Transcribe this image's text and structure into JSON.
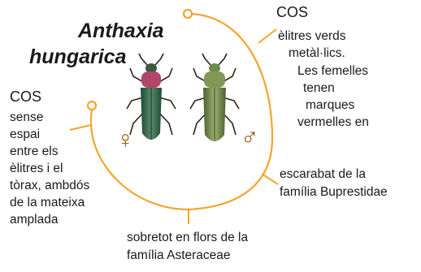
{
  "title": {
    "line1": "Anthaxia",
    "line2": "hungarica"
  },
  "right_note": {
    "heading": "COS",
    "lines": [
      "èlitres verds",
      "metàl·lics.",
      "Les femelles",
      "tenen",
      "marques",
      "vermelles en"
    ]
  },
  "left_note": {
    "heading": "COS",
    "lines": [
      "sense",
      "espai",
      "entre els",
      "èlitres i el",
      "tòrax, ambdós",
      "de la mateixa",
      "amplada"
    ]
  },
  "family_note": {
    "lines": [
      "escarabat de la",
      "família  Buprestidae"
    ]
  },
  "flowers_note": {
    "lines": [
      "sobretot en flors de la",
      "família Asteraceae"
    ]
  },
  "symbols": {
    "female": "♀",
    "male": "♂"
  },
  "colors": {
    "accent": "#f4a52b",
    "text": "#1a1a1a",
    "symbol": "#8a5a0c",
    "beetle_female_body": "#3e6e52",
    "beetle_female_head": "#b0466a",
    "beetle_male_body": "#6f8a4e"
  }
}
